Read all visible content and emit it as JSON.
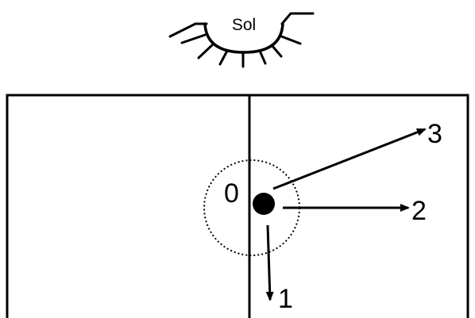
{
  "sun": {
    "label": "Sol",
    "icon": "sun-icon"
  },
  "diagram": {
    "points": [
      {
        "id": "0",
        "label": "0"
      },
      {
        "id": "1",
        "label": "1"
      },
      {
        "id": "2",
        "label": "2"
      },
      {
        "id": "3",
        "label": "3"
      }
    ],
    "colors": {
      "ink": "#000000",
      "background": "#ffffff"
    }
  }
}
